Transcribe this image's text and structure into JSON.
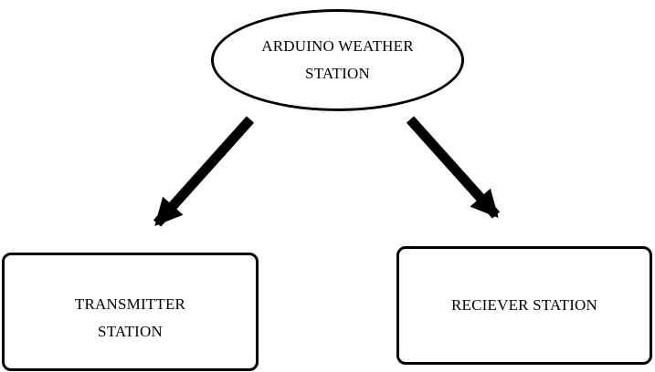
{
  "diagram": {
    "root": {
      "lines": [
        "ARDUINO WEATHER",
        "STATION"
      ]
    },
    "children": [
      {
        "lines": [
          "TRANSMITTER",
          "STATION"
        ]
      },
      {
        "lines": [
          "RECIEVER STATION"
        ]
      }
    ],
    "colors": {
      "stroke": "#000000",
      "background": "#ffffff"
    }
  }
}
